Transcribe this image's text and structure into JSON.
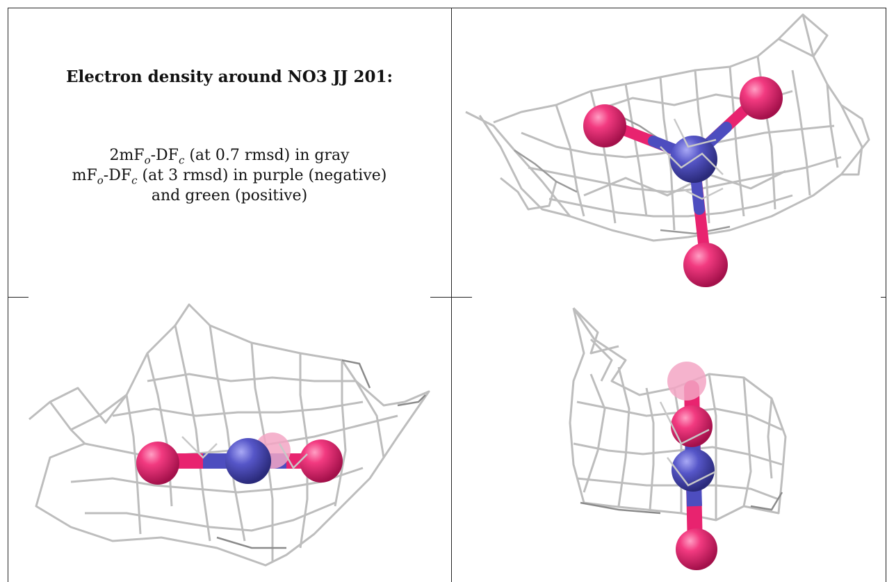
{
  "caption": {
    "title": "Electron density around NO3 JJ 201:",
    "line1": {
      "pre": "2mF",
      "sub1": "o",
      "mid": "-DF",
      "sub2": "c",
      "post": " (at 0.7 rmsd) in gray"
    },
    "line2": {
      "pre": "mF",
      "sub1": "o",
      "mid": "-DF",
      "sub2": "c",
      "post": " (at 3 rmsd) in purple (negative)"
    },
    "line3": "and green (positive)"
  },
  "colors": {
    "mesh": "#b8b8b8",
    "mesh_dark": "#8a8a8a",
    "oxygen": "#e8236f",
    "nitrogen": "#4d4dbf",
    "border": "#222222"
  },
  "views": [
    {
      "name": "top-right",
      "description_icon": "molecule-render"
    },
    {
      "name": "bottom-left",
      "description_icon": "molecule-render"
    },
    {
      "name": "bottom-right",
      "description_icon": "molecule-render"
    }
  ]
}
